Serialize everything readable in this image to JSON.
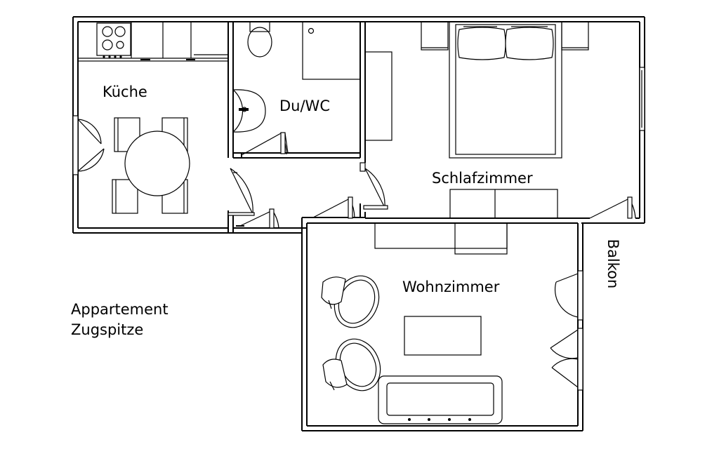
{
  "plan": {
    "rooms": {
      "kitchen": "Küche",
      "bathroom": "Du/WC",
      "bedroom": "Schlafzimmer",
      "living_room": "Wohnzimmer",
      "balcony": "Balkon"
    },
    "apartment_name": {
      "line1": "Appartement",
      "line2": "Zugspitze"
    }
  },
  "icons": {
    "stove": "stove-icon",
    "toilet": "toilet-icon",
    "sink": "sink-icon",
    "bed": "double-bed-icon",
    "table": "dining-table-icon",
    "armchair": "armchair-icon",
    "sofa": "sofa-icon"
  },
  "colors": {
    "line": "#000000",
    "background": "#ffffff"
  }
}
